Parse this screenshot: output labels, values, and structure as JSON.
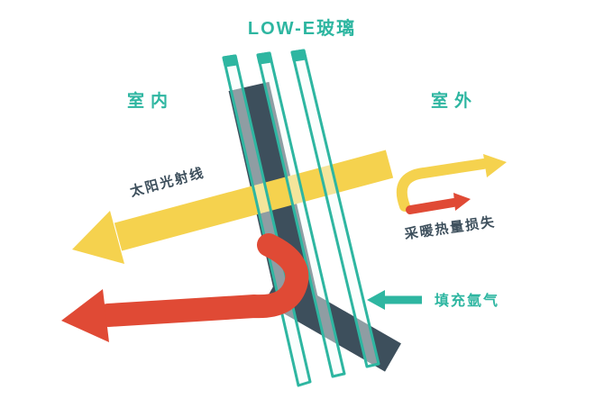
{
  "diagram": {
    "title": "LOW-E玻璃",
    "labels": {
      "indoor": "室内",
      "outdoor": "室外",
      "solar_rays": "太阳光射线",
      "heat_loss": "采暖热量损失",
      "argon_fill": "填充氩气"
    },
    "colors": {
      "teal": "#2eb6a1",
      "yellow": "#f5d24e",
      "red": "#e04a35",
      "dark": "#3d4f5c",
      "background": "#ffffff"
    }
  }
}
